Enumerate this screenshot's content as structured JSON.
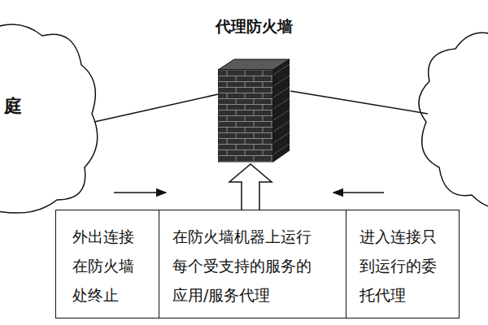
{
  "diagram": {
    "nodes": [
      {
        "text": [
          "庭"
        ]
      },
      {
        "text": [
          "代理防火墙"
        ]
      },
      {
        "text": [
          "外出连接在防火墙处终止"
        ]
      },
      {
        "text": [
          "在防火墙机器上运行每个受支持的服务的应用/服务代理"
        ]
      },
      {
        "text": [
          "进入连接只到运行的委托代理"
        ]
      }
    ],
    "edges": [
      {
        "from": 0,
        "to": 1,
        "arrow": "none"
      },
      {
        "from": 3,
        "to": 1,
        "arrow": "to"
      }
    ]
  }
}
